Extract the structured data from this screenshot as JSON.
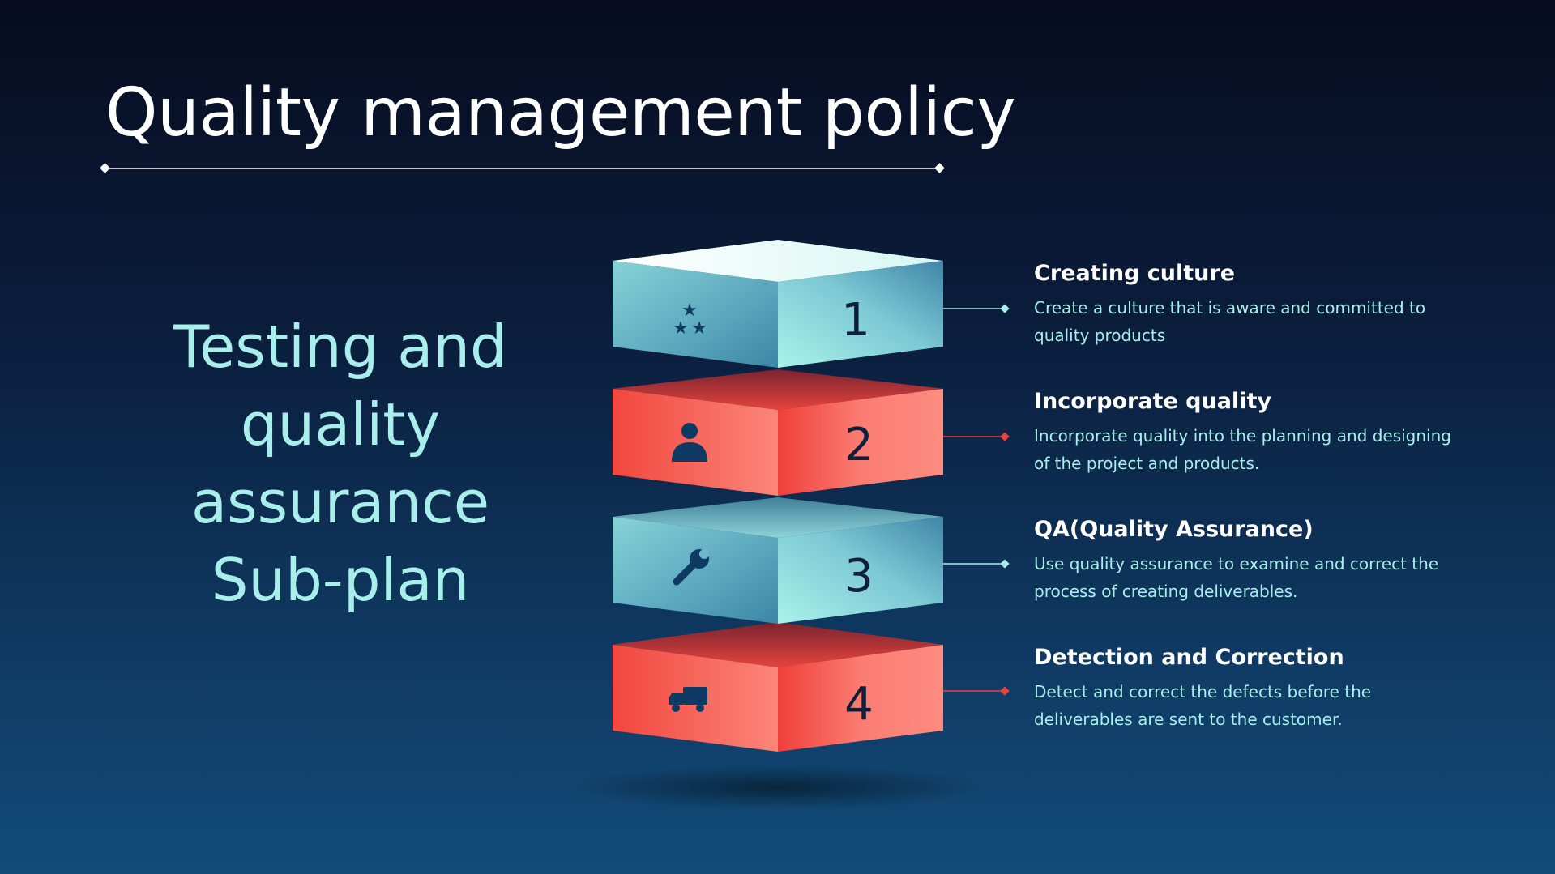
{
  "title": "Quality management policy",
  "subtitle": {
    "lines": [
      "Testing and",
      "quality",
      "assurance",
      "Sub-plan"
    ]
  },
  "colors": {
    "teal_accent": "#a8eeea",
    "red_accent": "#f0473e",
    "connector_teal": "#a8eeea",
    "connector_red": "#e8423a",
    "number_text": "#10203a"
  },
  "steps": [
    {
      "number": "1",
      "icon": "stars-icon",
      "color": "teal",
      "heading": "Creating culture",
      "description": "Create a culture that is aware and committed to quality products"
    },
    {
      "number": "2",
      "icon": "person-icon",
      "color": "red",
      "heading": "Incorporate quality",
      "description": "Incorporate quality into the planning and designing of the project and products."
    },
    {
      "number": "3",
      "icon": "wrench-icon",
      "color": "teal",
      "heading": "QA(Quality Assurance)",
      "description": "Use quality assurance to examine and correct the process of creating deliverables."
    },
    {
      "number": "4",
      "icon": "truck-icon",
      "color": "red",
      "heading": "Detection and Correction",
      "description": "Detect and correct the defects before the deliverables are sent to the customer."
    }
  ]
}
